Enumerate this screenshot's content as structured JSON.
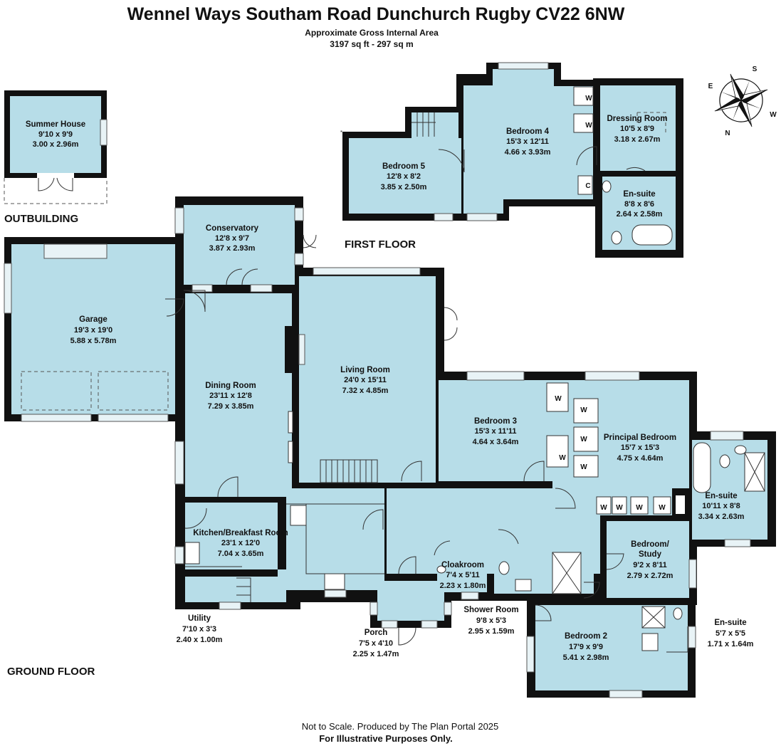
{
  "header": {
    "title": "Wennel Ways Southam Road Dunchurch Rugby CV22 6NW",
    "area_label": "Approximate Gross Internal Area",
    "area_value": "3197 sq ft - 297 sq m"
  },
  "floors": {
    "outbuilding": "OUTBUILDING",
    "first": "FIRST FLOOR",
    "ground": "GROUND FLOOR"
  },
  "rooms": {
    "summer_house": {
      "name": "Summer House",
      "imperial": "9'10 x 9'9",
      "metric": "3.00 x 2.96m"
    },
    "garage": {
      "name": "Garage",
      "imperial": "19'3 x 19'0",
      "metric": "5.88 x 5.78m"
    },
    "conservatory": {
      "name": "Conservatory",
      "imperial": "12'8 x 9'7",
      "metric": "3.87 x 2.93m"
    },
    "dining_room": {
      "name": "Dining Room",
      "imperial": "23'11 x 12'8",
      "metric": "7.29 x 3.85m"
    },
    "living_room": {
      "name": "Living Room",
      "imperial": "24'0 x 15'11",
      "metric": "7.32 x 4.85m"
    },
    "kitchen": {
      "name": "Kitchen/Breakfast Room",
      "imperial": "23'1 x 12'0",
      "metric": "7.04 x 3.65m"
    },
    "utility": {
      "name": "Utility",
      "imperial": "7'10 x 3'3",
      "metric": "2.40 x 1.00m"
    },
    "porch": {
      "name": "Porch",
      "imperial": "7'5 x 4'10",
      "metric": "2.25 x 1.47m"
    },
    "cloakroom": {
      "name": "Cloakroom",
      "imperial": "7'4 x 5'11",
      "metric": "2.23 x 1.80m"
    },
    "shower_room": {
      "name": "Shower Room",
      "imperial": "9'8 x 5'3",
      "metric": "2.95 x 1.59m"
    },
    "bedroom_3": {
      "name": "Bedroom 3",
      "imperial": "15'3 x 11'11",
      "metric": "4.64 x 3.64m"
    },
    "principal_bedroom": {
      "name": "Principal Bedroom",
      "imperial": "15'7 x 15'3",
      "metric": "4.75 x 4.64m"
    },
    "ensuite_principal": {
      "name": "En-suite",
      "imperial": "10'11 x 8'8",
      "metric": "3.34 x 2.63m"
    },
    "bedroom_study": {
      "name_line1": "Bedroom/",
      "name_line2": "Study",
      "imperial": "9'2 x 8'11",
      "metric": "2.79 x 2.72m"
    },
    "bedroom_2": {
      "name": "Bedroom 2",
      "imperial": "17'9 x 9'9",
      "metric": "5.41 x 2.98m"
    },
    "ensuite_bed2": {
      "name": "En-suite",
      "imperial": "5'7 x 5'5",
      "metric": "1.71 x 1.64m"
    },
    "bedroom_4": {
      "name": "Bedroom 4",
      "imperial": "15'3 x 12'11",
      "metric": "4.66 x 3.93m"
    },
    "bedroom_5": {
      "name": "Bedroom 5",
      "imperial": "12'8 x 8'2",
      "metric": "3.85 x 2.50m"
    },
    "dressing_room": {
      "name": "Dressing Room",
      "imperial": "10'5 x 8'9",
      "metric": "3.18 x 2.67m"
    },
    "ensuite_first": {
      "name": "En-suite",
      "imperial": "8'8 x 8'6",
      "metric": "2.64 x 2.58m"
    }
  },
  "markers": {
    "wardrobe": "W",
    "cupboard": "C"
  },
  "compass": {
    "s": "S",
    "e": "E",
    "w": "W",
    "n": "N"
  },
  "footer": {
    "line1": "Not to Scale. Produced by The Plan Portal 2025",
    "line2": "For Illustrative Purposes Only."
  },
  "colors": {
    "room_fill": "#b7dde8",
    "wall": "#111111"
  }
}
